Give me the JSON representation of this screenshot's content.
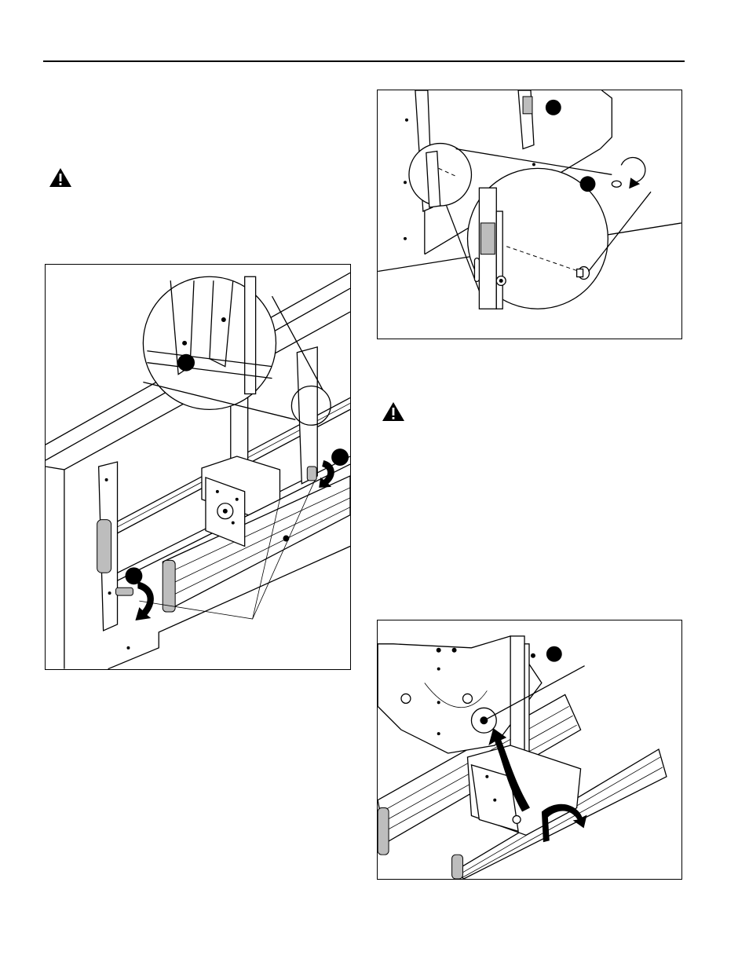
{
  "page": {
    "icons": [
      "warning-triangle-icon",
      "warning-triangle-icon",
      "callout-marker-icon",
      "rotate-arrow-icon"
    ],
    "figures": [
      {
        "name": "figure-latch-lock",
        "description_icons": [
          "callout-marker-icon",
          "rotate-arrow-icon"
        ]
      },
      {
        "name": "figure-security-screw",
        "description_icons": [
          "callout-marker-icon",
          "screwdriver-rotate-icon"
        ]
      },
      {
        "name": "figure-tilt-adjust",
        "description_icons": [
          "callout-marker-icon",
          "rotate-arrow-icon"
        ]
      }
    ]
  },
  "colors": {
    "ink": "#000000",
    "paper": "#ffffff",
    "shade": "#bdbdbd"
  }
}
